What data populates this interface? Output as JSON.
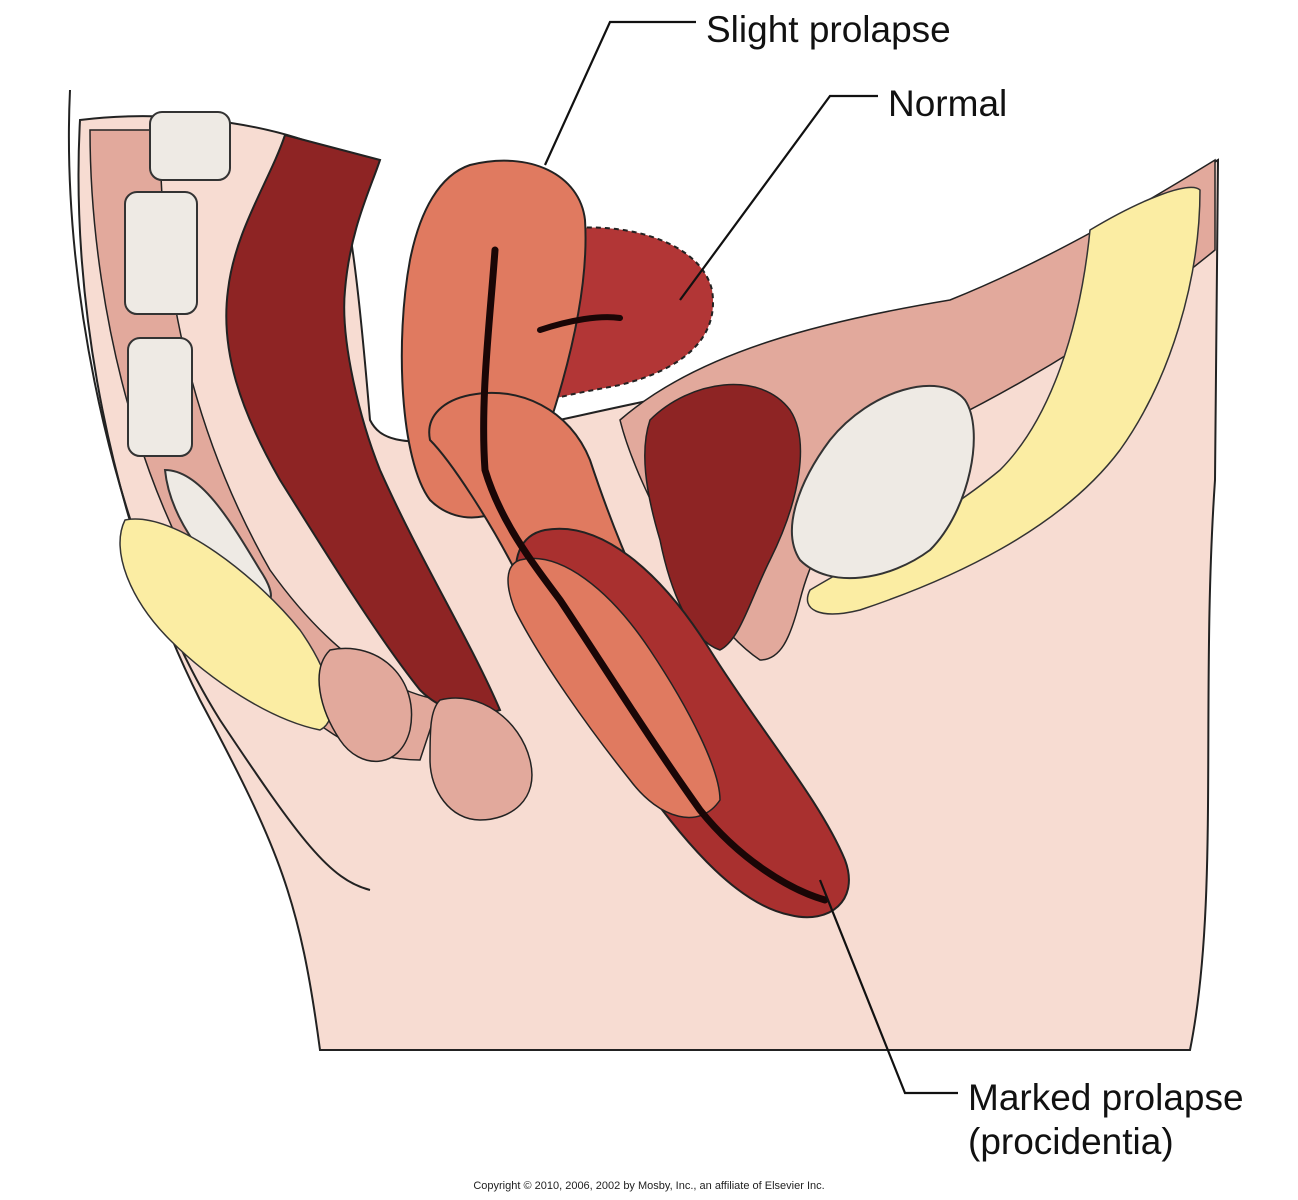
{
  "labels": {
    "slight_prolapse": "Slight prolapse",
    "normal": "Normal",
    "marked_prolapse_line1": "Marked prolapse",
    "marked_prolapse_line2": "(procidentia)"
  },
  "copyright": "Copyright © 2010, 2006, 2002 by Mosby, Inc., an affiliate of Elsevier Inc.",
  "colors": {
    "skin": "#f7dcd2",
    "wall": "#e2a99c",
    "rectum": "#8e2424",
    "uterus_normal": "#b23636",
    "uterus_prolapse": "#e07a60",
    "uterus_marked": "#a9302f",
    "fat": "#fbeda3",
    "bone": "#eeeae4",
    "canal": "#1a0606"
  }
}
